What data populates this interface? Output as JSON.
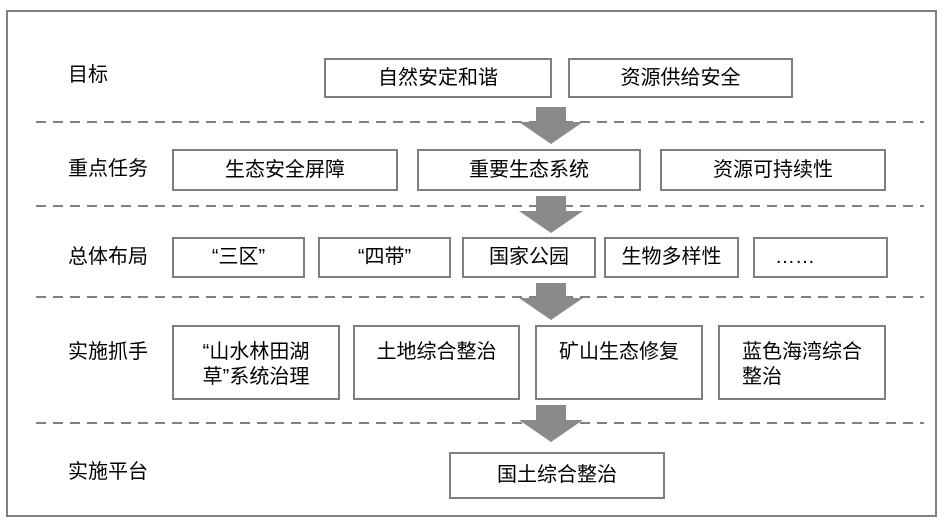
{
  "colors": {
    "frame_border": "#808080",
    "box_border": "#7f7f7f",
    "divider": "#808080",
    "arrow": "#8a8a8a",
    "text": "#000000",
    "background": "#ffffff"
  },
  "diagram": {
    "rows": [
      {
        "label": "目标",
        "boxes": [
          "自然安定和谐",
          "资源供给安全"
        ]
      },
      {
        "label": "重点任务",
        "boxes": [
          "生态安全屏障",
          "重要生态系统",
          "资源可持续性"
        ]
      },
      {
        "label": "总体布局",
        "boxes": [
          "“三区”",
          "“四带”",
          "国家公园",
          "生物多样性",
          "……"
        ]
      },
      {
        "label": "实施抓手",
        "boxes": [
          "“山水林田湖\n草”系统治理",
          "土地综合整治",
          "矿山生态修复",
          "蓝色海湾综合\n整治"
        ]
      },
      {
        "label": "实施平台",
        "boxes": [
          "国土综合整治"
        ]
      }
    ]
  }
}
